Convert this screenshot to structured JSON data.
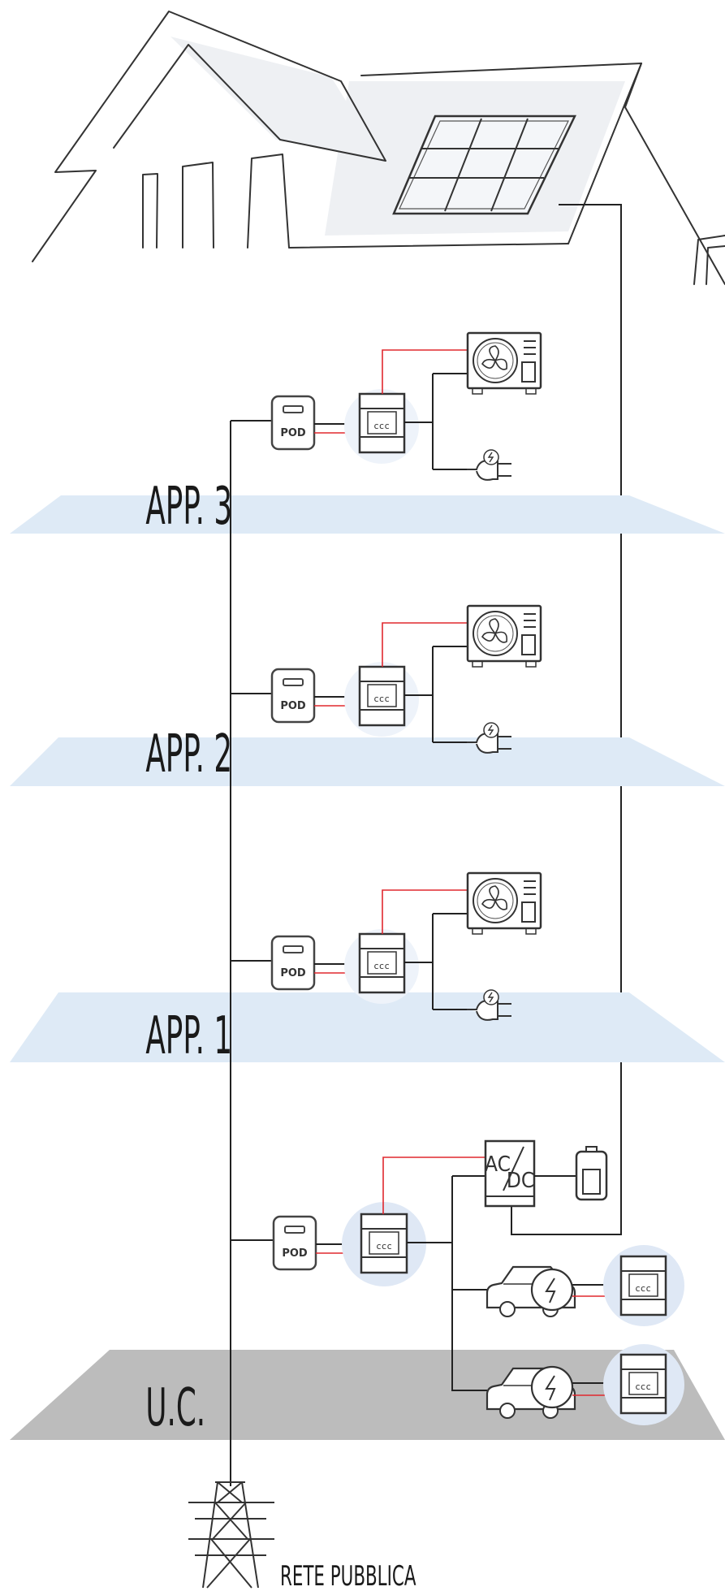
{
  "floors": [
    {
      "id": "app3",
      "label": "APP. 3"
    },
    {
      "id": "app2",
      "label": "APP. 2"
    },
    {
      "id": "app1",
      "label": "APP. 1"
    },
    {
      "id": "uc",
      "label": "U.C."
    }
  ],
  "pod_label": "POD",
  "inverter_label": {
    "ac": "AC",
    "dc": "DC"
  },
  "grid_label": "RETE PUBBLICA",
  "colors": {
    "floor_band": "#deeaf6",
    "ground_band": "#bcbcbc",
    "accent_line": "#e0282f",
    "panel_circle": "#dfe8f5"
  }
}
